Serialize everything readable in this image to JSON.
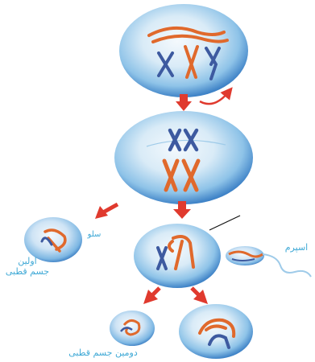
{
  "labels": {
    "first_polar_body_line1": "اولین",
    "first_polar_body_line2": "جسم قطبی",
    "sperm": "اسپرم",
    "second_polar_body": "دومین جسم قطبی",
    "partial_overlap_text": "سلو"
  },
  "colors": {
    "cell_light": "#eaf4fb",
    "cell_mid": "#8ec3e8",
    "cell_dark": "#3f83c7",
    "chromosome_orange": "#e0692c",
    "chromosome_blue": "#3d5aa0",
    "arrow_red": "#e03a2e",
    "label_blue": "#3fa9d6",
    "pointer_line": "#111111"
  }
}
